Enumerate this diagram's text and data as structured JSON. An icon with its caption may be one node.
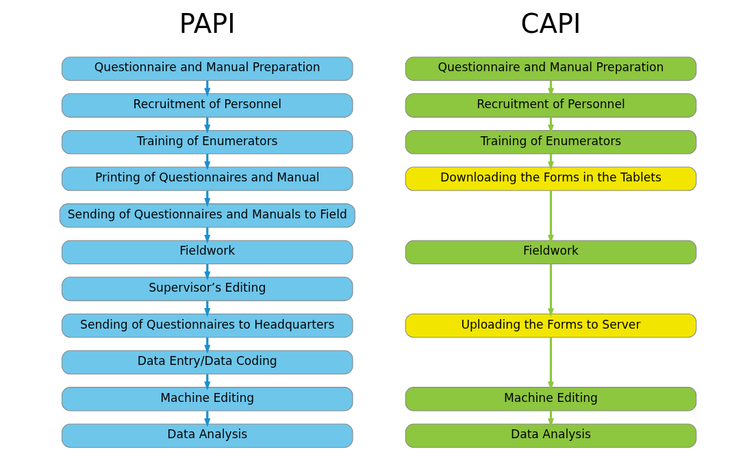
{
  "diagram": {
    "nodes": [
      {
        "text": [
          "Questionnaire and Manual Preparation"
        ]
      },
      {
        "text": [
          "Recruitment of Personnel"
        ]
      },
      {
        "text": [
          "Training of Enumerators"
        ]
      },
      {
        "text": [
          "Printing of Questionnaires and Manual"
        ]
      },
      {
        "text": [
          "Sending of Questionnaires and Manuals to Field"
        ]
      },
      {
        "text": [
          "Fieldwork"
        ]
      },
      {
        "text": [
          "Supervisor’s Editing"
        ]
      },
      {
        "text": [
          "Sending of Questionnaires to Headquarters"
        ]
      },
      {
        "text": [
          "Data Entry/Data Coding"
        ]
      },
      {
        "text": [
          "Machine Editing"
        ]
      },
      {
        "text": [
          "Data Analysis"
        ]
      },
      {
        "text": [
          "Questionnaire and Manual Preparation"
        ]
      },
      {
        "text": [
          "Recruitment of Personnel"
        ]
      },
      {
        "text": [
          "Training of Enumerators"
        ]
      },
      {
        "text": [
          "Downloading the Forms in the Tablets"
        ]
      },
      {
        "text": [
          "Fieldwork"
        ]
      },
      {
        "text": [
          "Uploading the Forms to Server"
        ]
      },
      {
        "text": [
          "Machine Editing"
        ]
      },
      {
        "text": [
          "Data Analysis"
        ]
      }
    ],
    "edges": [
      {
        "from": 0,
        "to": 1,
        "arrow": "to"
      },
      {
        "from": 1,
        "to": 2,
        "arrow": "to"
      },
      {
        "from": 2,
        "to": 3,
        "arrow": "to"
      },
      {
        "from": 3,
        "to": 4,
        "arrow": "to"
      },
      {
        "from": 4,
        "to": 5,
        "arrow": "to"
      },
      {
        "from": 5,
        "to": 6,
        "arrow": "to"
      },
      {
        "from": 6,
        "to": 7,
        "arrow": "to"
      },
      {
        "from": 7,
        "to": 8,
        "arrow": "to"
      },
      {
        "from": 8,
        "to": 9,
        "arrow": "to"
      },
      {
        "from": 9,
        "to": 10,
        "arrow": "to"
      },
      {
        "from": 11,
        "to": 12,
        "arrow": "to",
        "color": "#8dc63f"
      },
      {
        "from": 12,
        "to": 13,
        "arrow": "to",
        "color": "#8dc63f"
      },
      {
        "from": 13,
        "to": 14,
        "arrow": "to",
        "color": "#8dc63f"
      },
      {
        "from": 14,
        "to": 15,
        "arrow": "to",
        "color": "#8dc63f"
      },
      {
        "from": 15,
        "to": 16,
        "arrow": "to",
        "color": "#8dc63f"
      },
      {
        "from": 16,
        "to": 17,
        "arrow": "to",
        "color": "#8dc63f"
      },
      {
        "from": 17,
        "to": 18,
        "arrow": "to",
        "color": "#8dc63f"
      }
    ],
    "labels": [
      "PAPI",
      "CAPI"
    ]
  }
}
